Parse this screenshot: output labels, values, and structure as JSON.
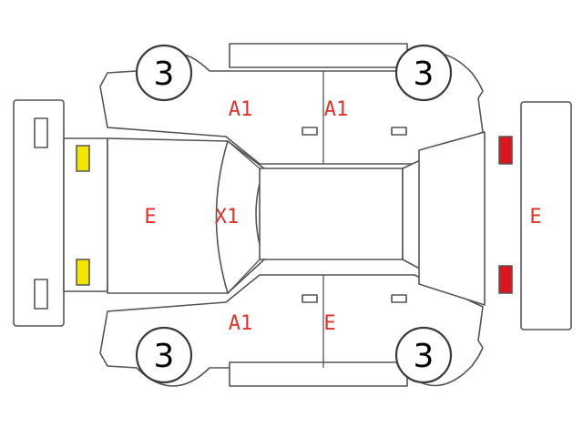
{
  "colors": {
    "outline": "#555555",
    "damage_code": "#e0302a",
    "front_lamp": "#f2e600",
    "rear_lamp": "#d9171c"
  },
  "tires": {
    "front_left": "3",
    "rear_left": "3",
    "front_right": "3",
    "rear_right": "3"
  },
  "damage_codes": {
    "front_door_top": "A1",
    "rear_door_top": "A1",
    "front_door_bottom": "A1",
    "rear_door_bottom": "E",
    "windshield": "X1",
    "hood": "E",
    "rear_bumper": "E"
  },
  "lamps": {
    "front": [
      "yellow-lamp",
      "yellow-lamp"
    ],
    "rear": [
      "red-lamp",
      "red-lamp"
    ]
  }
}
